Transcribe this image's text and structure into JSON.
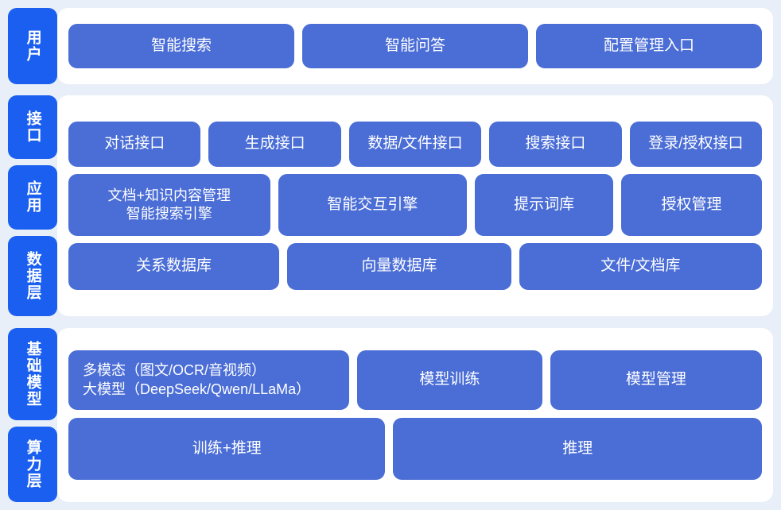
{
  "colors": {
    "page_background": "#e9eff8",
    "panel_background": "#ffffff",
    "label_pill": "#1a5ff0",
    "content_box": "#4a6dd6",
    "text_on_blue": "#ffffff"
  },
  "sections": [
    {
      "id": "user",
      "labels": [
        "用户"
      ],
      "rows": [
        {
          "boxes": [
            {
              "text": "智能搜索",
              "flex": 1
            },
            {
              "text": "智能问答",
              "flex": 1
            },
            {
              "text": "配置管理入口",
              "flex": 1
            }
          ]
        }
      ]
    },
    {
      "id": "core",
      "labels": [
        "接口",
        "应用",
        "数据层"
      ],
      "rows": [
        {
          "boxes": [
            {
              "text": "对话接口",
              "flex": 1
            },
            {
              "text": "生成接口",
              "flex": 1
            },
            {
              "text": "数据/文件接口",
              "flex": 1
            },
            {
              "text": "搜索接口",
              "flex": 1
            },
            {
              "text": "登录/授权接口",
              "flex": 1
            }
          ]
        },
        {
          "boxes": [
            {
              "text": "文档+知识内容管理\n智能搜索引擎",
              "flex": 1.49
            },
            {
              "text": "智能交互引擎",
              "flex": 1.39
            },
            {
              "text": "提示词库",
              "flex": 0.99
            },
            {
              "text": "授权管理",
              "flex": 1.01
            }
          ]
        },
        {
          "boxes": [
            {
              "text": "关系数据库",
              "flex": 1.49
            },
            {
              "text": "向量数据库",
              "flex": 1.59
            },
            {
              "text": "文件/文档库",
              "flex": 1.73
            }
          ]
        }
      ]
    },
    {
      "id": "base",
      "labels": [
        "基础模型",
        "算力层"
      ],
      "rows": [
        {
          "boxes": [
            {
              "text": "多模态（图文/OCR/音视频）\n大模型（DeepSeek/Qwen/LLaMa）",
              "flex": 1.96,
              "align": "left"
            },
            {
              "text": "模型训练",
              "flex": 1.3
            },
            {
              "text": "模型管理",
              "flex": 1.5
            }
          ]
        },
        {
          "boxes": [
            {
              "text": "训练+推理",
              "flex": 1.0
            },
            {
              "text": "推理",
              "flex": 1.17
            }
          ]
        }
      ]
    }
  ]
}
